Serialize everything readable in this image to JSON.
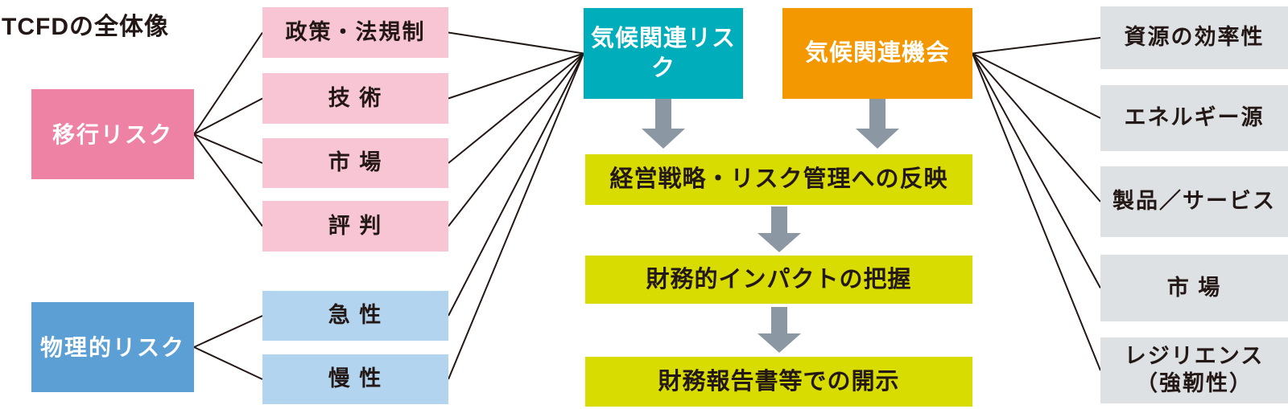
{
  "title": "TCFDの全体像",
  "colors": {
    "transition_risk_bg": "#ee82a4",
    "transition_sub_bg": "#f8c5d4",
    "physical_risk_bg": "#5b9fd4",
    "physical_sub_bg": "#b2d4ee",
    "climate_risk_bg": "#00adbb",
    "climate_opportunity_bg": "#f39800",
    "process_bg": "#d8dc00",
    "opportunity_sub_bg": "#dee1e3",
    "arrow": "#8b97a3",
    "line": "#231815",
    "dark_text": "#231815",
    "light_text": "#ffffff"
  },
  "nodes": {
    "transition_risk": "移行リスク",
    "policy": "政策・法規制",
    "technology": "技 術",
    "market": "市 場",
    "reputation": "評 判",
    "physical_risk": "物理的リスク",
    "acute": "急 性",
    "chronic": "慢 性",
    "climate_risk": "気候関連リスク",
    "climate_opportunity": "気候関連機会",
    "strategy_reflection": "経営戦略・リスク管理への反映",
    "financial_impact": "財務的インパクトの把握",
    "disclosure": "財務報告書等での開示",
    "resource_efficiency": "資源の効率性",
    "energy_source": "エネルギー源",
    "products_services": "製品／サービス",
    "market_opportunity": "市 場",
    "resilience": "レジリエンス\n（強靭性）"
  },
  "edges": [
    {
      "from": "transition-risk",
      "to": "policy"
    },
    {
      "from": "transition-risk",
      "to": "technology"
    },
    {
      "from": "transition-risk",
      "to": "market"
    },
    {
      "from": "transition-risk",
      "to": "reputation"
    },
    {
      "from": "physical-risk",
      "to": "acute"
    },
    {
      "from": "physical-risk",
      "to": "chronic"
    },
    {
      "from": "policy",
      "to": "climate-risk"
    },
    {
      "from": "technology",
      "to": "climate-risk"
    },
    {
      "from": "market",
      "to": "climate-risk"
    },
    {
      "from": "reputation",
      "to": "climate-risk"
    },
    {
      "from": "acute",
      "to": "climate-risk"
    },
    {
      "from": "chronic",
      "to": "climate-risk"
    },
    {
      "from": "climate-opportunity",
      "to": "resource-efficiency"
    },
    {
      "from": "climate-opportunity",
      "to": "energy-source"
    },
    {
      "from": "climate-opportunity",
      "to": "products-services"
    },
    {
      "from": "climate-opportunity",
      "to": "market-opportunity"
    },
    {
      "from": "climate-opportunity",
      "to": "resilience"
    }
  ]
}
